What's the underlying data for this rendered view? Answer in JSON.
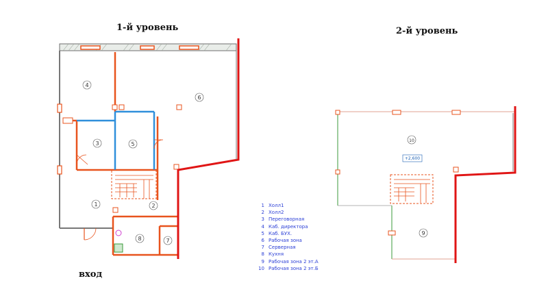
{
  "titles": {
    "level1": "1-й уровень",
    "level2": "2-й уровень",
    "entrance": "вход"
  },
  "legend": [
    {
      "num": "1",
      "name": "Холл1"
    },
    {
      "num": "2",
      "name": "Холл2"
    },
    {
      "num": "3",
      "name": "Переговорная"
    },
    {
      "num": "4",
      "name": "Каб. директора"
    },
    {
      "num": "5",
      "name": "Каб. БУХ."
    },
    {
      "num": "6",
      "name": "Рабочая зона"
    },
    {
      "num": "7",
      "name": "Серверная"
    },
    {
      "num": "8",
      "name": "Кухня"
    },
    {
      "num": "9",
      "name": "Рабочая зона 2 эт.А"
    },
    {
      "num": "10",
      "name": "Рабочая зона 2 эт.Б"
    }
  ],
  "room_labels": {
    "l1_room4": "4",
    "l1_room6": "6",
    "l1_room3": "3",
    "l1_room5": "5",
    "l1_room1": "1",
    "l1_room2": "2",
    "l1_room8": "8",
    "l1_room7": "7",
    "l2_room10": "10",
    "l2_room9": "9"
  },
  "elevation_mark": "+2,600",
  "colors": {
    "wall": "#e8531d",
    "exterior_red": "#e01515",
    "partition_blue": "#2f8fdb",
    "gray_wall": "#777777",
    "thin_line": "#e0a090",
    "green_line": "#3a9a3a",
    "legend_text": "#2b3fd6"
  }
}
